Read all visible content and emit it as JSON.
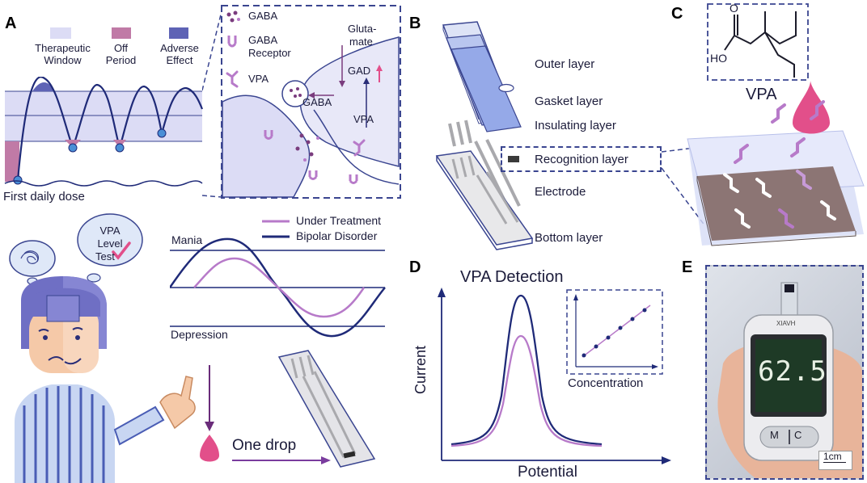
{
  "panels": {
    "a": "A",
    "b": "B",
    "c": "C",
    "d": "D",
    "e": "E"
  },
  "panel_a": {
    "legend": [
      {
        "label_l1": "Therapeutic",
        "label_l2": "Window",
        "color": "#dcdcf5"
      },
      {
        "label_l1": "Off",
        "label_l2": "Period",
        "color": "#c07aa6"
      },
      {
        "label_l1": "Adverse",
        "label_l2": "Effect",
        "color": "#5e63b5"
      }
    ],
    "first_daily_dose": "First daily dose",
    "synapse": {
      "gaba": "GABA",
      "gaba_receptor_l1": "GABA",
      "gaba_receptor_l2": "Receptor",
      "vpa": "VPA",
      "glutamate_l1": "Gluta-",
      "glutamate_l2": "mate",
      "gad": "GAD",
      "gaba_arrow": "GABA",
      "vpa_arrow": "VPA"
    },
    "bubble": {
      "l1": "VPA",
      "l2": "Level",
      "l3": "Test"
    },
    "mood_legend": [
      {
        "label": "Under Treatment",
        "color": "#b77ac9"
      },
      {
        "label": "Bipolar Disorder",
        "color": "#1f2a78"
      }
    ],
    "mania": "Mania",
    "depression": "Depression",
    "one_drop": "One drop"
  },
  "panel_b": {
    "layers": [
      "Outer layer",
      "Gasket layer",
      "Insulating layer",
      "Recognition layer",
      "Electrode",
      "Bottom layer"
    ]
  },
  "panel_c": {
    "molecule_labels": {
      "o": "O",
      "ho": "HO"
    },
    "vpa": "VPA"
  },
  "panel_d": {
    "title": "VPA Detection",
    "ylabel": "Current",
    "xlabel": "Potential",
    "inset_xlabel": "Concentration"
  },
  "panel_e": {
    "device_brand": "XIAVH",
    "reading": "62.5",
    "button_m": "M",
    "button_c": "C",
    "scale_bar": "1cm"
  },
  "colors": {
    "dark_navy": "#1f2a78",
    "purple": "#b77ac9",
    "window_fill": "#dcdcf5",
    "drop_pink": "#e24f8a",
    "dashed_border": "#3a4590"
  }
}
